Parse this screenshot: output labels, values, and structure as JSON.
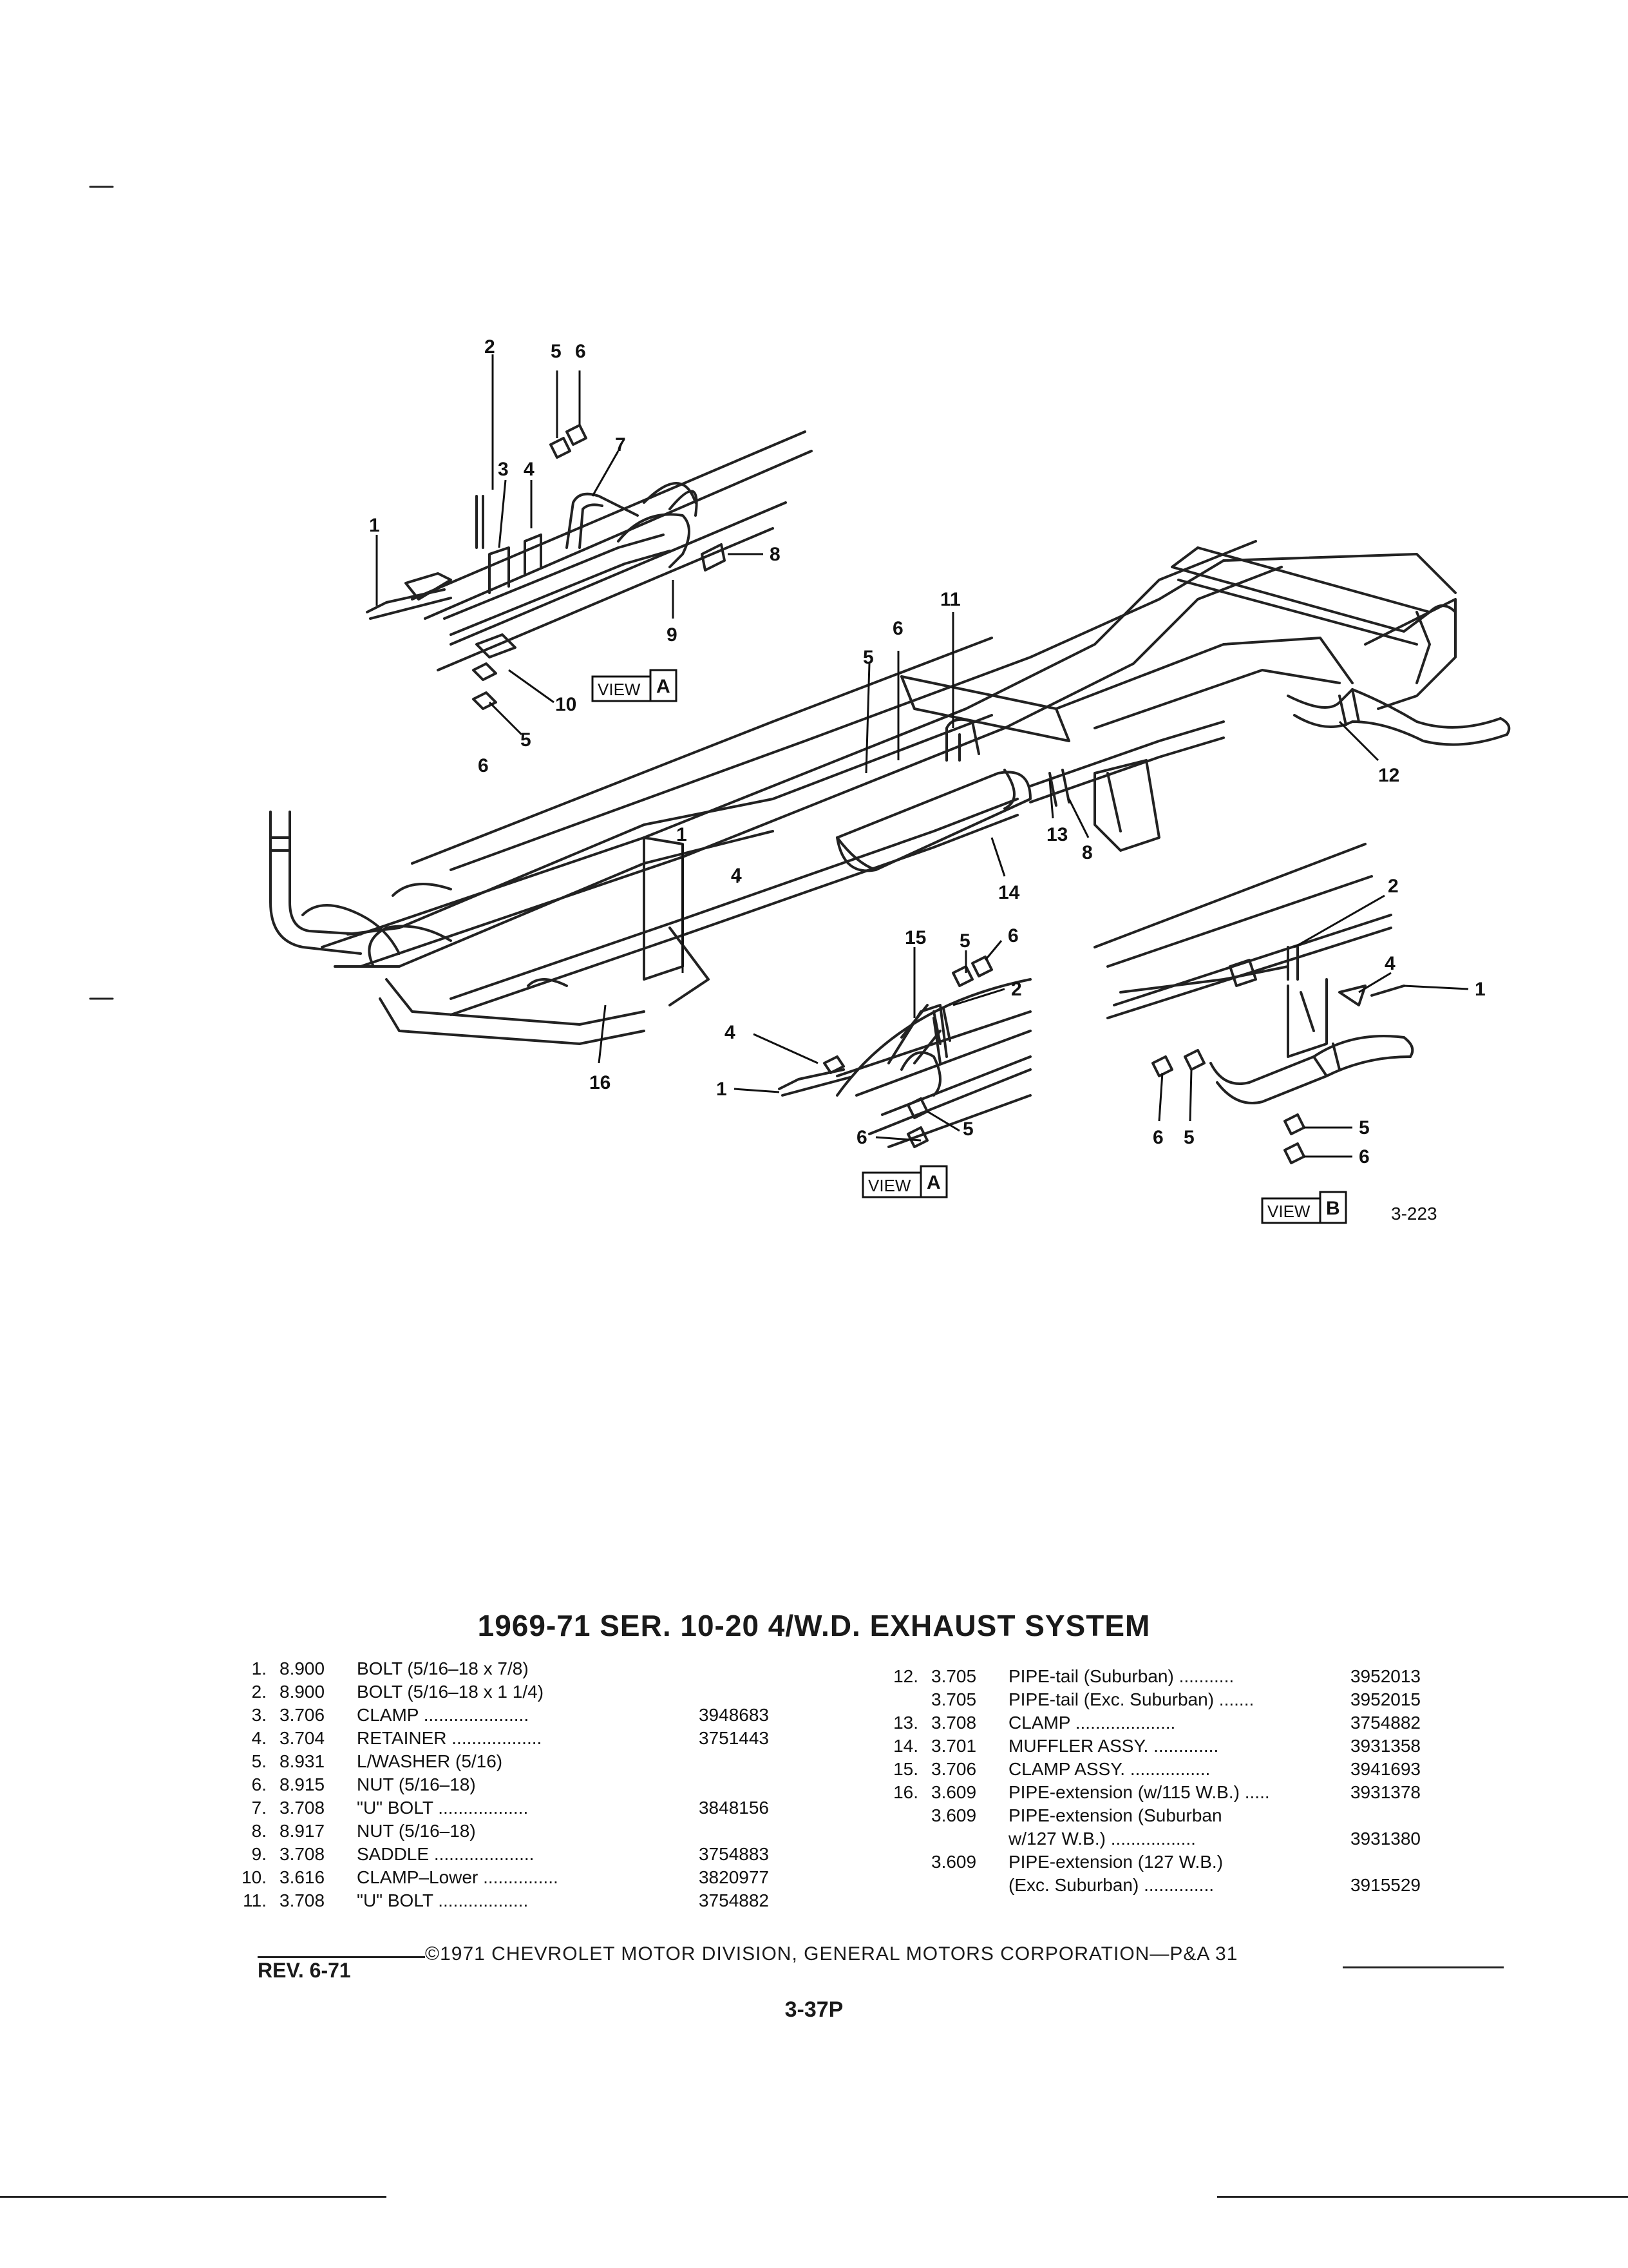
{
  "diagram": {
    "callouts": [
      "1",
      "2",
      "3",
      "4",
      "5",
      "6",
      "7",
      "8",
      "9",
      "10",
      "11",
      "12",
      "13",
      "14",
      "15",
      "16"
    ],
    "view_labels": [
      "VIEW",
      "A",
      "B"
    ],
    "figure_number": "3-223"
  },
  "title": "1969-71 SER. 10-20 4/W.D. EXHAUST SYSTEM",
  "parts_left": [
    {
      "no": "1.",
      "grp": "8.900",
      "desc": "BOLT (5/16–18 x 7/8)",
      "pn": ""
    },
    {
      "no": "2.",
      "grp": "8.900",
      "desc": "BOLT (5/16–18 x 1 1/4)",
      "pn": ""
    },
    {
      "no": "3.",
      "grp": "3.706",
      "desc": "CLAMP .....................",
      "pn": "3948683"
    },
    {
      "no": "4.",
      "grp": "3.704",
      "desc": "RETAINER ..................",
      "pn": "3751443"
    },
    {
      "no": "5.",
      "grp": "8.931",
      "desc": "L/WASHER (5/16)",
      "pn": ""
    },
    {
      "no": "6.",
      "grp": "8.915",
      "desc": "NUT (5/16–18)",
      "pn": ""
    },
    {
      "no": "7.",
      "grp": "3.708",
      "desc": "\"U\" BOLT ..................",
      "pn": "3848156"
    },
    {
      "no": "8.",
      "grp": "8.917",
      "desc": "NUT (5/16–18)",
      "pn": ""
    },
    {
      "no": "9.",
      "grp": "3.708",
      "desc": "SADDLE ....................",
      "pn": "3754883"
    },
    {
      "no": "10.",
      "grp": "3.616",
      "desc": "CLAMP–Lower ...............",
      "pn": "3820977"
    },
    {
      "no": "11.",
      "grp": "3.708",
      "desc": "\"U\" BOLT ..................",
      "pn": "3754882"
    }
  ],
  "parts_right": [
    {
      "no": "12.",
      "grp": "3.705",
      "desc": "PIPE-tail (Suburban) ...........",
      "pn": "3952013"
    },
    {
      "no": "",
      "grp": "3.705",
      "desc": "PIPE-tail (Exc. Suburban) .......",
      "pn": "3952015"
    },
    {
      "no": "13.",
      "grp": "3.708",
      "desc": "CLAMP ....................",
      "pn": "3754882"
    },
    {
      "no": "14.",
      "grp": "3.701",
      "desc": "MUFFLER ASSY. .............",
      "pn": "3931358"
    },
    {
      "no": "15.",
      "grp": "3.706",
      "desc": "CLAMP ASSY. ................",
      "pn": "3941693"
    },
    {
      "no": "16.",
      "grp": "3.609",
      "desc": "PIPE-extension (w/115 W.B.) .....",
      "pn": "3931378"
    },
    {
      "no": "",
      "grp": "3.609",
      "desc": "PIPE-extension (Suburban",
      "pn": ""
    },
    {
      "no": "",
      "grp": "",
      "desc": "w/127 W.B.) .................",
      "pn": "3931380"
    },
    {
      "no": "",
      "grp": "3.609",
      "desc": "PIPE-extension (127 W.B.)",
      "pn": ""
    },
    {
      "no": "",
      "grp": "",
      "desc": "(Exc. Suburban) ..............",
      "pn": "3915529"
    }
  ],
  "copyright": "©1971 CHEVROLET MOTOR DIVISION, GENERAL MOTORS CORPORATION—P&A 31",
  "revision": "REV. 6-71",
  "page_number": "3-37P"
}
